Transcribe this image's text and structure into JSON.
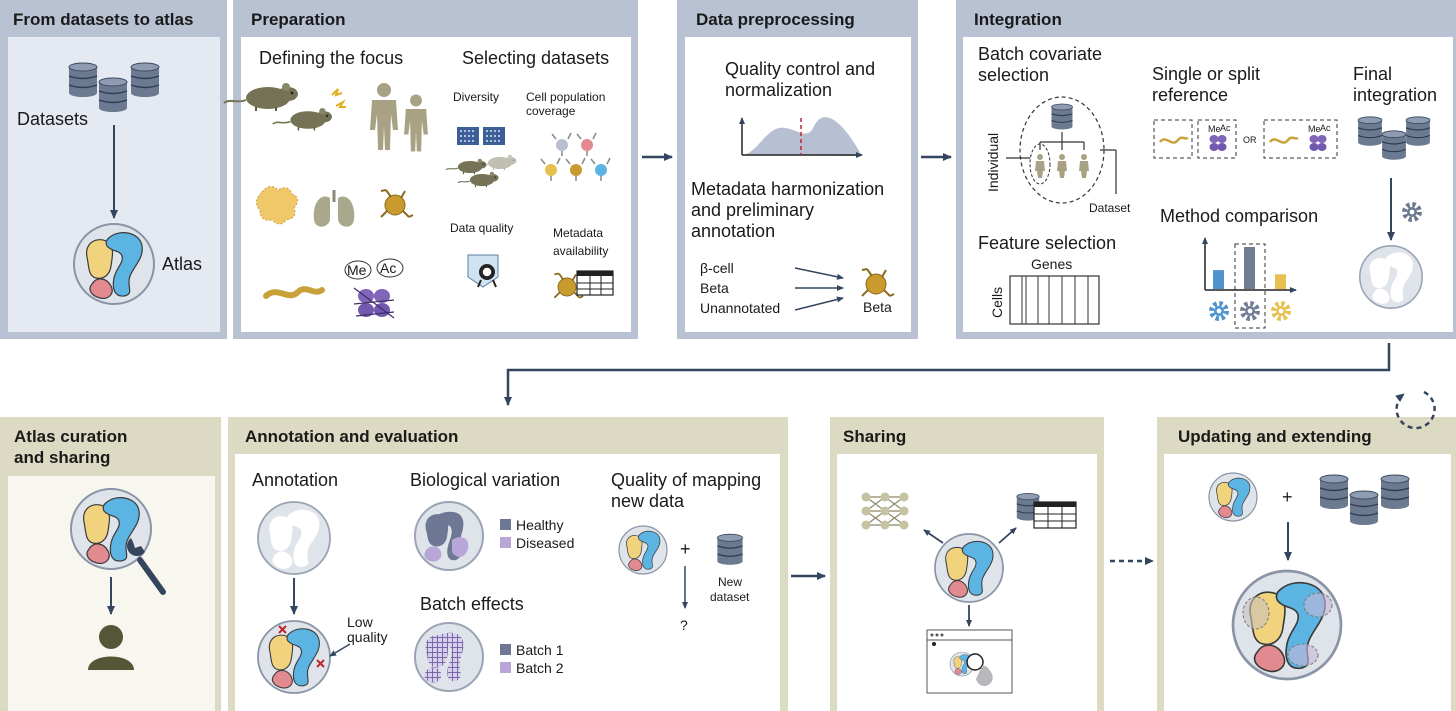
{
  "colors": {
    "panel_blue": "#b9c2d3",
    "panel_inner_blue": "#e5e9f1",
    "panel_khaki": "#dcdac2",
    "panel_inner_khaki": "#f7f7f0",
    "arrow": "#34465f",
    "database": "#6c7a91",
    "cell_yellow": "#f1d37e",
    "cell_blue": "#5bb4e2",
    "cell_pink": "#e28a90",
    "cell_purple": "#8065b8",
    "gold_cell": "#c99a2d",
    "mouse": "#757255",
    "human": "#a8a184"
  },
  "panels": {
    "datasets_to_atlas": {
      "title": "From datasets to atlas",
      "datasets_label": "Datasets",
      "atlas_label": "Atlas"
    },
    "preparation": {
      "title": "Preparation",
      "defining_focus": "Defining the focus",
      "selecting_datasets": "Selecting datasets",
      "diversity": "Diversity",
      "cell_population_coverage_1": "Cell population",
      "cell_population_coverage_2": "coverage",
      "data_quality": "Data quality",
      "metadata_availability_1": "Metadata",
      "metadata_availability_2": "availability",
      "me_label": "Me",
      "ac_label": "Ac"
    },
    "data_preprocessing": {
      "title": "Data preprocessing",
      "qc_line1": "Quality control and",
      "qc_line2": "normalization",
      "meta_line1": "Metadata harmonization",
      "meta_line2": "and preliminary",
      "meta_line3": "annotation",
      "labels_in": [
        "β-cell",
        "Beta",
        "Unannotated"
      ],
      "label_out": "Beta"
    },
    "integration": {
      "title": "Integration",
      "batch_cov_1": "Batch covariate",
      "batch_cov_2": "selection",
      "individual": "Individual",
      "dataset": "Dataset",
      "single_split_1": "Single or split",
      "single_split_2": "reference",
      "or_label": "OR",
      "me_label": "Me",
      "ac_label": "Ac",
      "final_1": "Final",
      "final_2": "integration",
      "feature_selection": "Feature selection",
      "genes": "Genes",
      "cells": "Cells",
      "method_comparison": "Method comparison",
      "method_bars": [
        0.45,
        1.0,
        0.35
      ],
      "method_bar_colors": [
        "#4f93cf",
        "#6f7d94",
        "#e6c14f"
      ]
    },
    "atlas_curation": {
      "title_1": "Atlas curation",
      "title_2": "and sharing"
    },
    "annotation_evaluation": {
      "title": "Annotation and evaluation",
      "annotation": "Annotation",
      "low_quality_1": "Low",
      "low_quality_2": "quality",
      "bio_variation": "Biological variation",
      "healthy": "Healthy",
      "diseased": "Diseased",
      "batch_effects": "Batch effects",
      "batch1": "Batch 1",
      "batch2": "Batch 2",
      "mapping_1": "Quality of mapping",
      "mapping_2": "new data",
      "plus": "+",
      "new_dataset_1": "New",
      "new_dataset_2": "dataset",
      "question": "?"
    },
    "sharing": {
      "title": "Sharing"
    },
    "updating": {
      "title": "Updating and extending",
      "plus": "+"
    }
  }
}
